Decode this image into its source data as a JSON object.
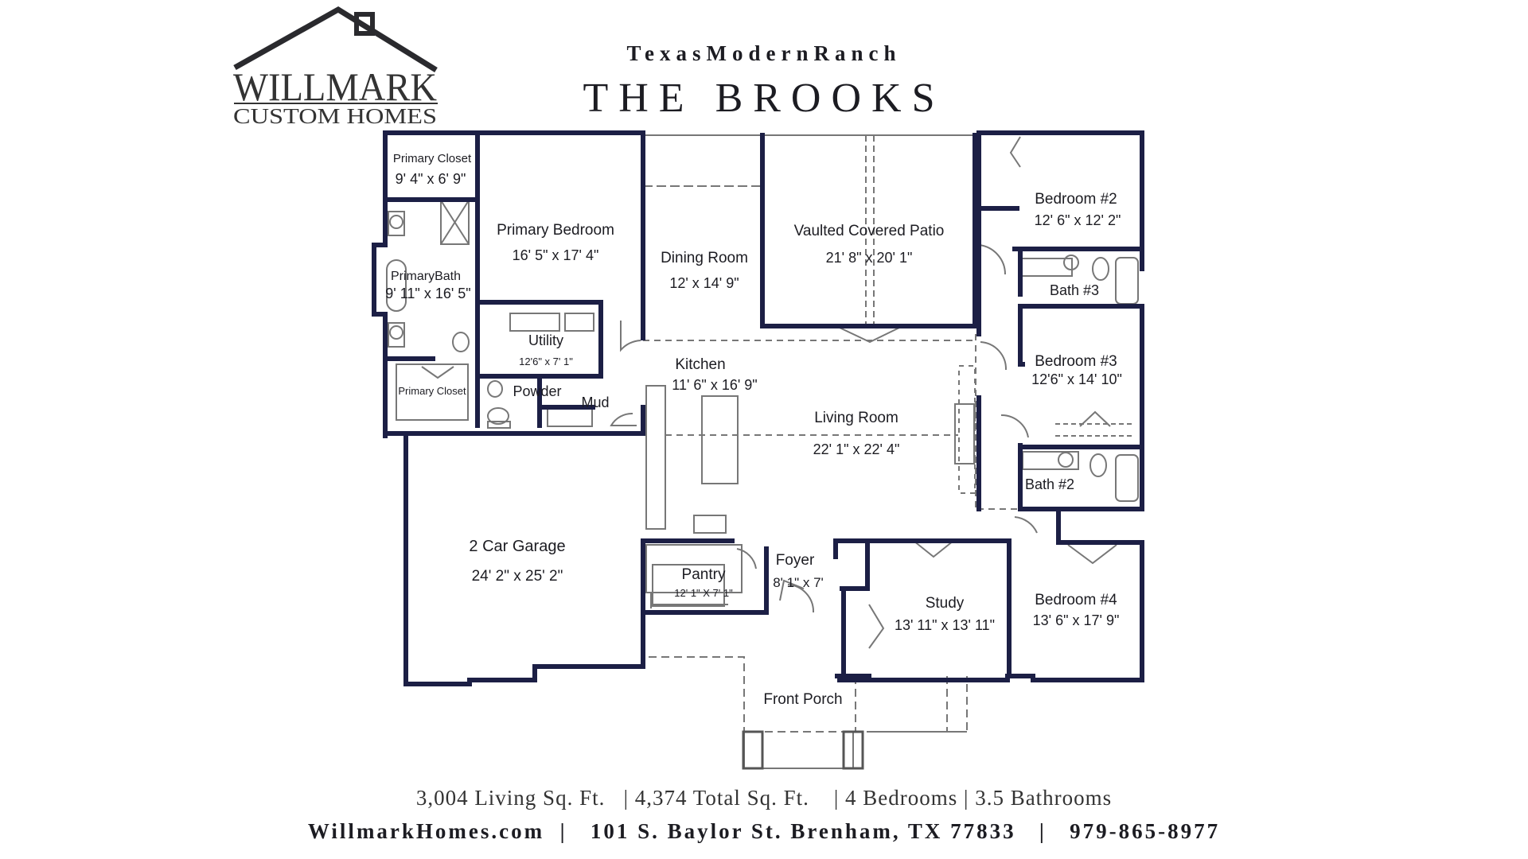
{
  "header": {
    "logo_line1": "WILLMARK",
    "logo_line2": "CUSTOM HOMES",
    "subtitle": "TexasModernRanch",
    "title": "THE BROOKS"
  },
  "rooms": {
    "primary_closet_top": {
      "name": "Primary Closet",
      "size": "9' 4\" x 6' 9\""
    },
    "primary_bath": {
      "name": "PrimaryBath",
      "size": "9' 11\" x 16' 5\""
    },
    "primary_bedroom": {
      "name": "Primary Bedroom",
      "size": "16' 5\" x 17' 4\""
    },
    "primary_closet_bottom": {
      "name": "Primary Closet"
    },
    "utility": {
      "name": "Utility",
      "size": "12'6\" x 7' 1\""
    },
    "powder": {
      "name": "Powder"
    },
    "mud": {
      "name": "Mud"
    },
    "dining_room": {
      "name": "Dining Room",
      "size": "12' x 14' 9\""
    },
    "vaulted_covered_patio": {
      "name": "Vaulted Covered Patio",
      "size": "21' 8\" x 20' 1\""
    },
    "kitchen": {
      "name": "Kitchen",
      "size": "11' 6\" x 16' 9\""
    },
    "living_room": {
      "name": "Living Room",
      "size": "22' 1\" x 22' 4\""
    },
    "bedroom_2": {
      "name": "Bedroom #2",
      "size": "12' 6\" x 12' 2\""
    },
    "bath_3": {
      "name": "Bath #3"
    },
    "bedroom_3": {
      "name": "Bedroom #3",
      "size": "12'6\" x 14' 10\""
    },
    "bath_2": {
      "name": "Bath #2"
    },
    "garage": {
      "name": "2 Car Garage",
      "size": "24' 2\" x 25' 2\""
    },
    "pantry": {
      "name": "Pantry",
      "size": "12' 1\" X 7' 1\""
    },
    "foyer": {
      "name": "Foyer",
      "size": "8' 1\" x 7'"
    },
    "study": {
      "name": "Study",
      "size": "13' 11\" x 13' 11\""
    },
    "bedroom_4": {
      "name": "Bedroom #4",
      "size": "13' 6\" x 17' 9\""
    },
    "front_porch": {
      "name": "Front Porch"
    }
  },
  "footer": {
    "stats": "3,004 Living Sq. Ft.   | 4,374 Total Sq. Ft.    | 4 Bedrooms | 3.5 Bathrooms",
    "contact": "WillmarkHomes.com  |   101 S. Baylor St. Brenham, TX 77833   |   979-865-8977"
  },
  "colors": {
    "wall": "#1c1f45",
    "text": "#1c1c22",
    "thin": "#777777"
  }
}
